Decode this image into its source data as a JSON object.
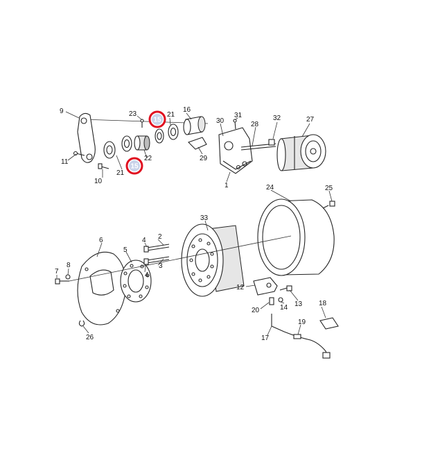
{
  "highlight": {
    "color": "#e01020",
    "badges": [
      "15",
      "15"
    ]
  },
  "callouts": {
    "c1": "1",
    "c2": "2",
    "c3": "3",
    "c4a": "4",
    "c4b": "4",
    "c5": "5",
    "c6": "6",
    "c7": "7",
    "c8": "8",
    "c9": "9",
    "c10": "10",
    "c11": "11",
    "c12": "12",
    "c13": "13",
    "c14": "14",
    "c16": "16",
    "c17": "17",
    "c18": "18",
    "c19": "19",
    "c20": "20",
    "c21a": "21",
    "c21b": "21",
    "c22": "22",
    "c23": "23",
    "c24": "24",
    "c25": "25",
    "c26": "26",
    "c27": "27",
    "c28": "28",
    "c29": "29",
    "c30": "30",
    "c31": "31",
    "c32": "32",
    "c33": "33"
  },
  "icons": {
    "highlight_badge": "numbered-circle-icon"
  }
}
